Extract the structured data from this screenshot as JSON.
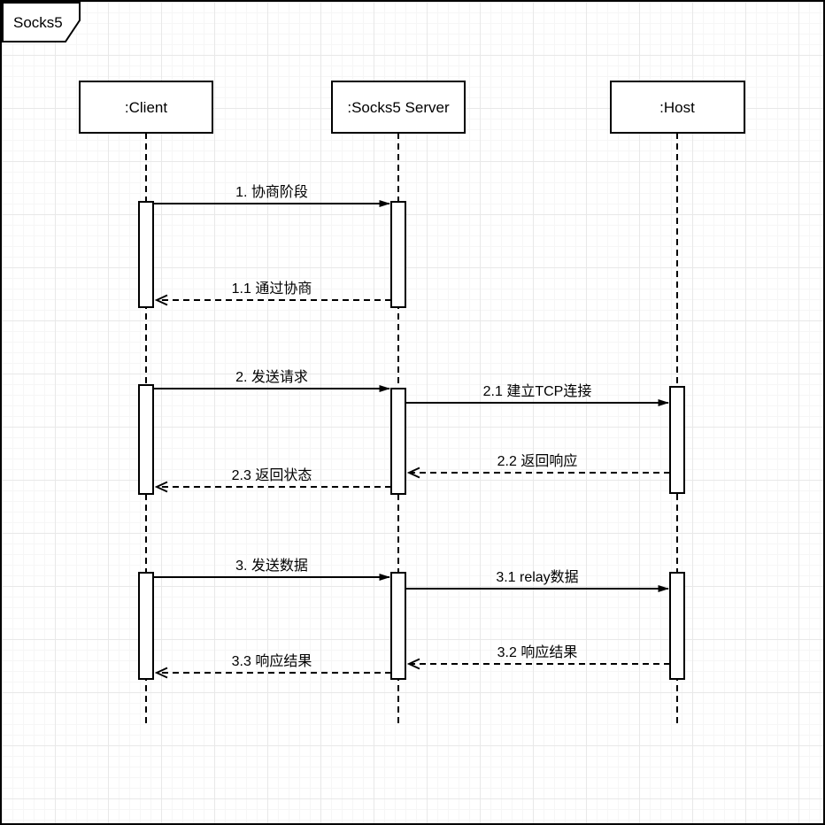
{
  "frame": {
    "title": "Socks5"
  },
  "diagram": {
    "type": "uml-sequence",
    "participants": [
      {
        "name": ":Client"
      },
      {
        "name": ":Socks5 Server"
      },
      {
        "name": ":Host"
      }
    ],
    "messages": [
      {
        "label": "1. 协商阶段",
        "from": ":Client",
        "to": ":Socks5 Server",
        "line": "solid",
        "arrow": "filled"
      },
      {
        "label": "1.1 通过协商",
        "from": ":Socks5 Server",
        "to": ":Client",
        "line": "dashed",
        "arrow": "open"
      },
      {
        "label": "2. 发送请求",
        "from": ":Client",
        "to": ":Socks5 Server",
        "line": "solid",
        "arrow": "filled"
      },
      {
        "label": "2.1 建立TCP连接",
        "from": ":Socks5 Server",
        "to": ":Host",
        "line": "solid",
        "arrow": "filled"
      },
      {
        "label": "2.2 返回响应",
        "from": ":Host",
        "to": ":Socks5 Server",
        "line": "dashed",
        "arrow": "open"
      },
      {
        "label": "2.3 返回状态",
        "from": ":Socks5 Server",
        "to": ":Client",
        "line": "dashed",
        "arrow": "open"
      },
      {
        "label": "3. 发送数据",
        "from": ":Client",
        "to": ":Socks5 Server",
        "line": "solid",
        "arrow": "filled"
      },
      {
        "label": "3.1 relay数据",
        "from": ":Socks5 Server",
        "to": ":Host",
        "line": "solid",
        "arrow": "filled"
      },
      {
        "label": "3.2 响应结果",
        "from": ":Host",
        "to": ":Socks5 Server",
        "line": "dashed",
        "arrow": "open"
      },
      {
        "label": "3.3 响应结果",
        "from": ":Socks5 Server",
        "to": ":Client",
        "line": "dashed",
        "arrow": "open"
      }
    ]
  },
  "colors": {
    "stroke": "#000000",
    "shape_fill": "#ffffff",
    "grid_minor": "#f6f6f6",
    "grid_major": "#e8e8e8"
  }
}
